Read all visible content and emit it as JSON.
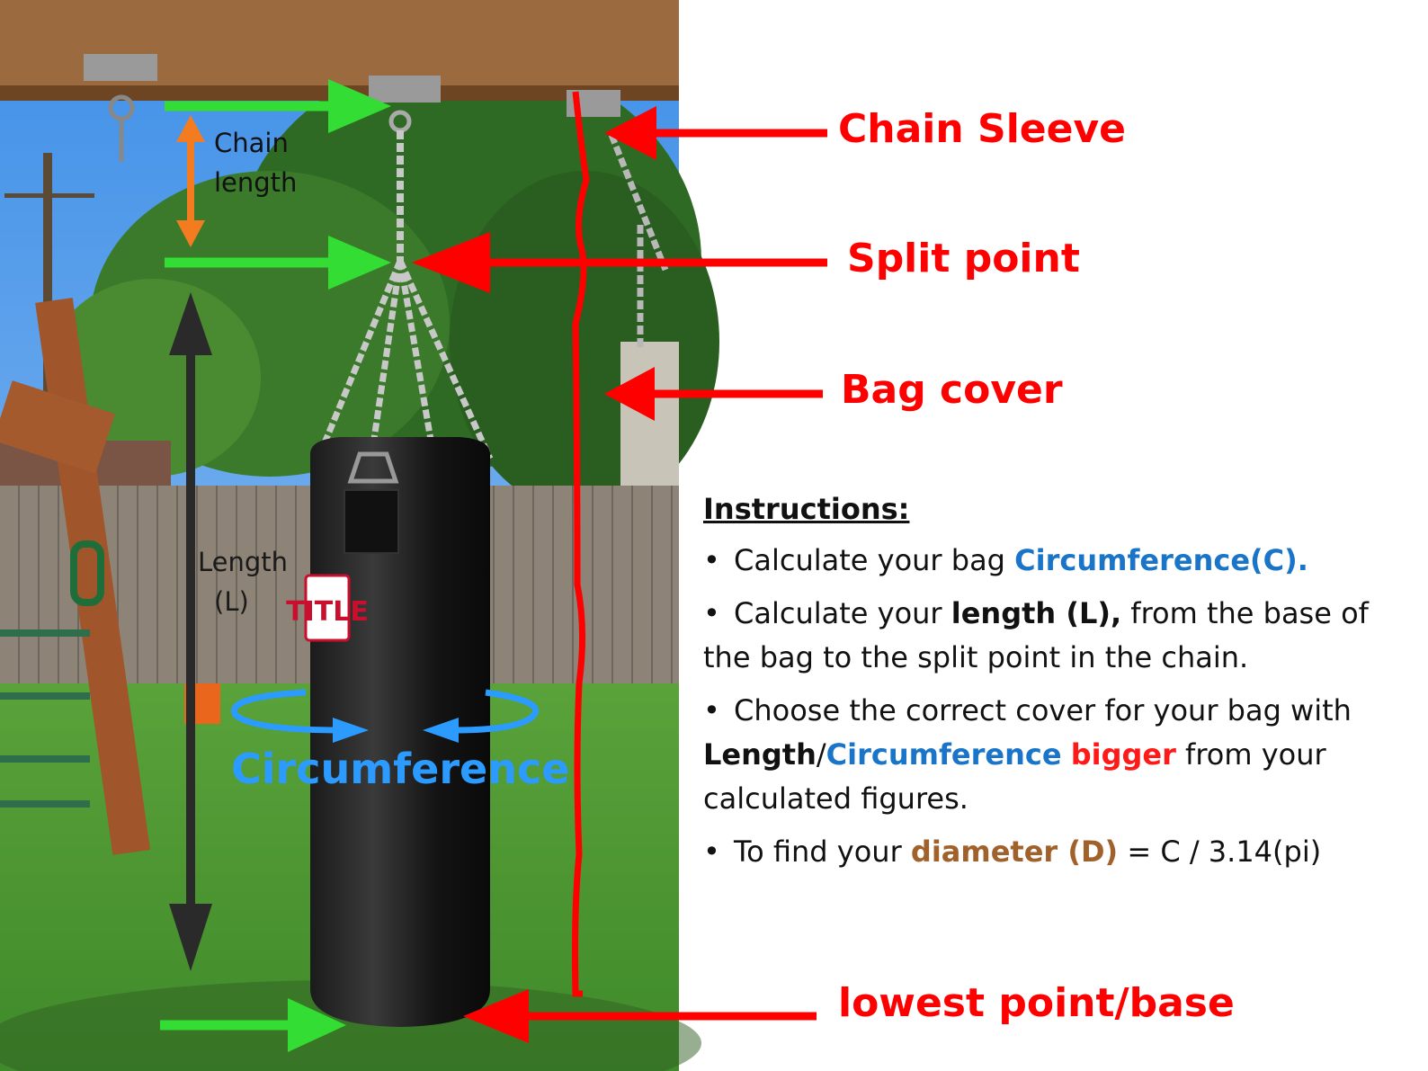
{
  "labels": {
    "chain_sleeve": "Chain Sleeve",
    "split_point": "Split point",
    "bag_cover": "Bag cover",
    "lowest_point": "lowest point/base",
    "chain_length_line1": "Chain",
    "chain_length_line2": "length",
    "length_line1": "Length",
    "length_line2": "(L)",
    "circumference": "Circumference",
    "brand_logo_text": "TITLE"
  },
  "instructions": {
    "title": "Instructions:",
    "bullet": "•",
    "item1": {
      "prefix": "Calculate your bag ",
      "highlight": "Circumference(C)."
    },
    "item2": {
      "prefix": "Calculate your ",
      "bold": "length (L),",
      "suffix": " from the base of the bag to the split point in the chain."
    },
    "item3": {
      "prefix": "Choose the correct cover for your bag with ",
      "bold_length": "Length",
      "slash": "/",
      "blue_circ": "Circumference",
      "space": " ",
      "red_bigger": "bigger",
      "suffix": " from your calculated figures."
    },
    "item4": {
      "prefix": "To find your ",
      "brown": "diameter (D)",
      "suffix": " = C / 3.14(pi)"
    }
  },
  "colors": {
    "annotation_red": "#ff0000",
    "guide_green": "#33dd33",
    "chain_length_orange": "#f47c20",
    "length_arrow_dark": "#2a2a2a",
    "circumference_blue": "#2b9bff",
    "text_blue": "#1a75c9",
    "text_brown": "#a0612b"
  }
}
